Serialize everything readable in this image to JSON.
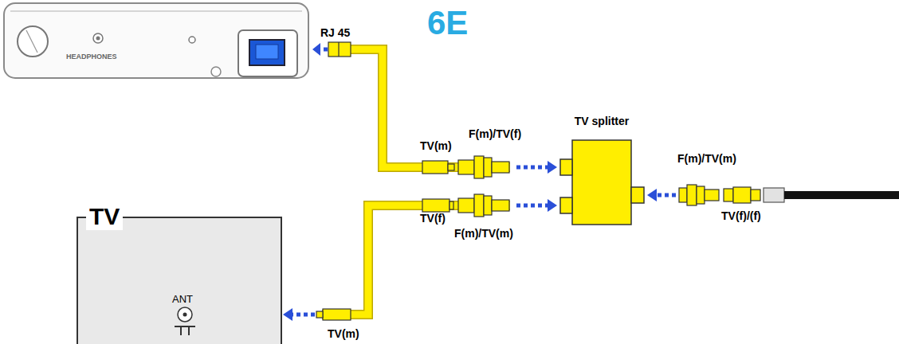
{
  "diagram": {
    "title": "6E",
    "nodes": [
      {
        "text": [
          "HEADPHONES"
        ]
      },
      {
        "text": [
          "TV splitter"
        ]
      },
      {
        "text": [
          "TV",
          "ANT"
        ]
      }
    ],
    "edges": [
      {
        "from": 0,
        "to": 1,
        "arrow": "both"
      },
      {
        "from": 1,
        "to": 2,
        "arrow": "both"
      }
    ],
    "labels": [
      "RJ 45",
      "TV(m)",
      "F(m)/TV(f)",
      "TV(f)",
      "F(m)/TV(m)",
      "F(m)/TV(m)",
      "TV(f)/(f)",
      "TV(m)"
    ]
  }
}
